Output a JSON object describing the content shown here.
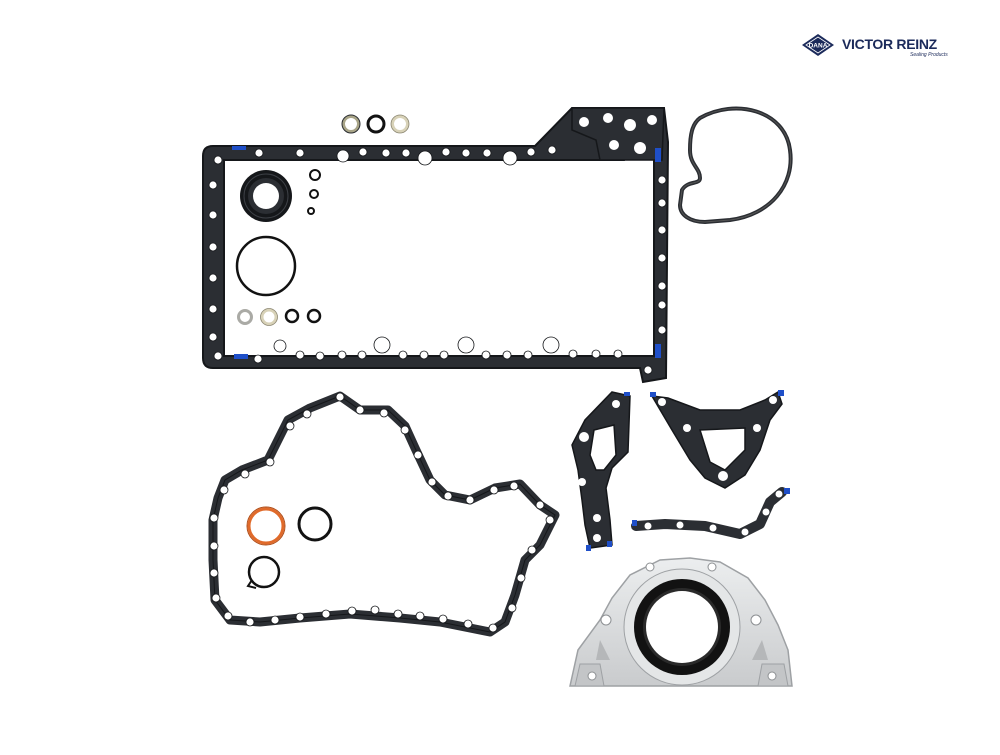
{
  "brand": {
    "badge_text": "DANA",
    "name": "VICTOR REINZ",
    "tagline": "Sealing Products",
    "color": "#1b2a5a"
  },
  "colors": {
    "gasket_body": "#2b2e33",
    "gasket_edge": "#15171a",
    "hole_fill": "#ffffff",
    "blue_marker": "#1f4fc8",
    "orange_ring": "#e06a2a",
    "beige_ring": "#d8d2b8",
    "metal_housing": "#d9dbdc",
    "seal_black": "#121212"
  },
  "parts": [
    {
      "name": "oil-pan-gasket"
    },
    {
      "name": "water-pump-gasket"
    },
    {
      "name": "timing-cover-gasket"
    },
    {
      "name": "bracket-gasket-left"
    },
    {
      "name": "bracket-gasket-triangular"
    },
    {
      "name": "bracket-gasket-curved"
    },
    {
      "name": "rear-main-seal-housing"
    },
    {
      "name": "o-ring-set"
    }
  ]
}
